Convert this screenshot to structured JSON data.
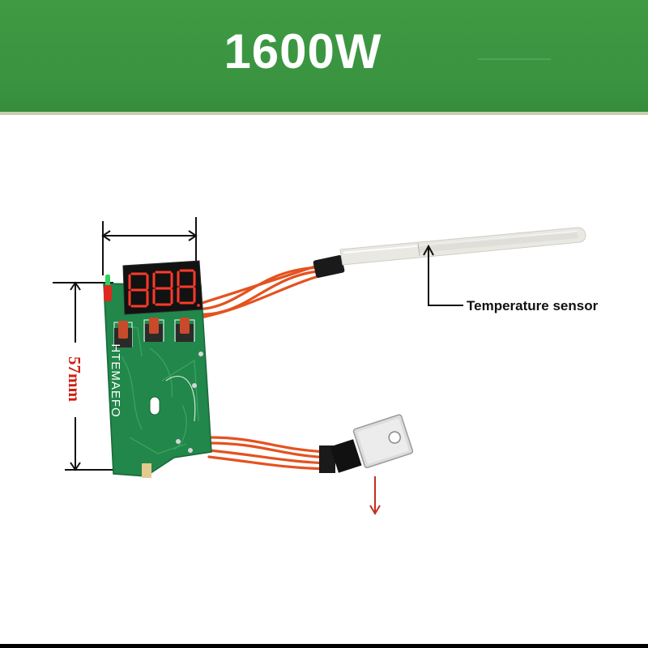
{
  "banner": {
    "title": "1600W",
    "color": "#3f9a43"
  },
  "sensor": {
    "label": "Temperature sensor"
  },
  "board": {
    "display_digits": "888",
    "brand_text": "HTEMAEFO",
    "board_color": "#21874a",
    "wire_color": "#e4521f"
  },
  "dimension": {
    "label": "57mm",
    "color": "#cf1f12"
  },
  "icons": [
    "dimension-arrow",
    "callout-arrow",
    "down-arrow"
  ]
}
